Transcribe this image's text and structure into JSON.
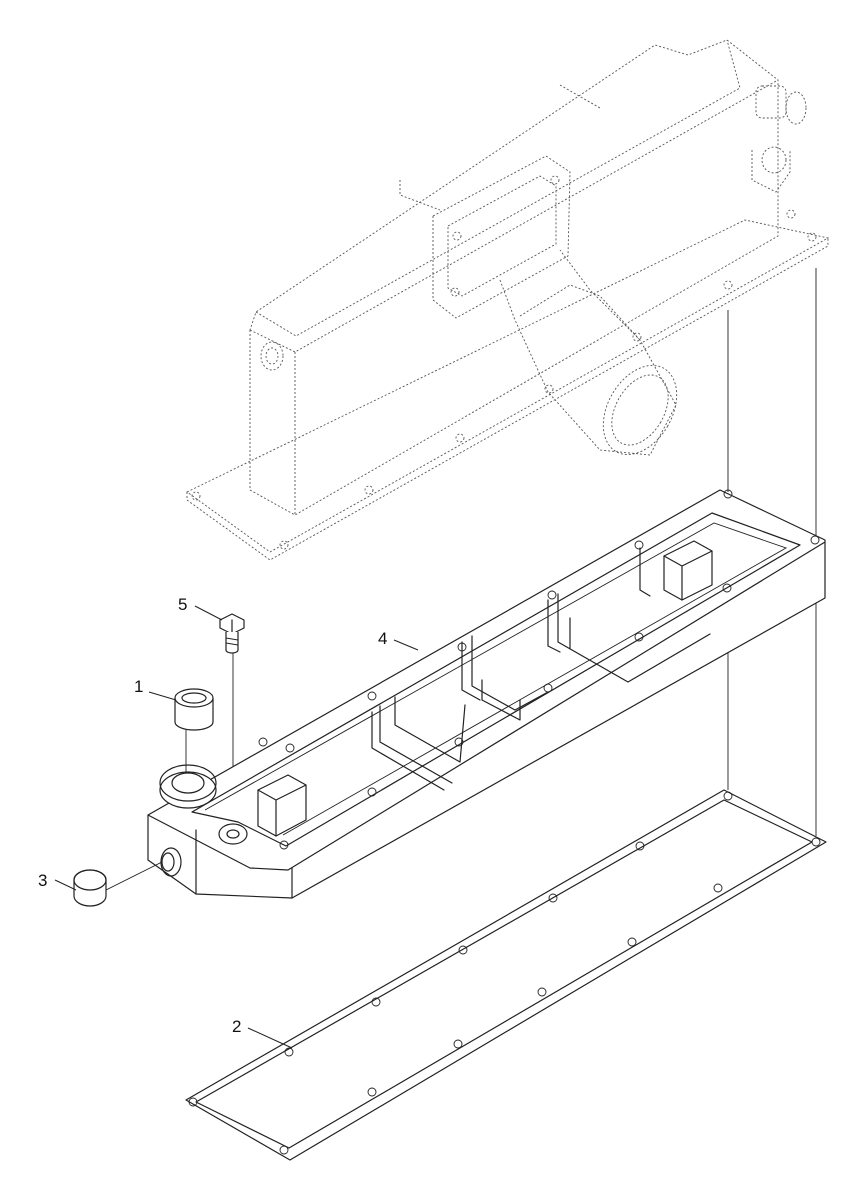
{
  "callouts": [
    {
      "id": "1",
      "label": "1"
    },
    {
      "id": "2",
      "label": "2"
    },
    {
      "id": "3",
      "label": "3"
    },
    {
      "id": "4",
      "label": "4"
    },
    {
      "id": "5",
      "label": "5"
    }
  ],
  "colors": {
    "line": "#222222",
    "background": "#ffffff"
  }
}
